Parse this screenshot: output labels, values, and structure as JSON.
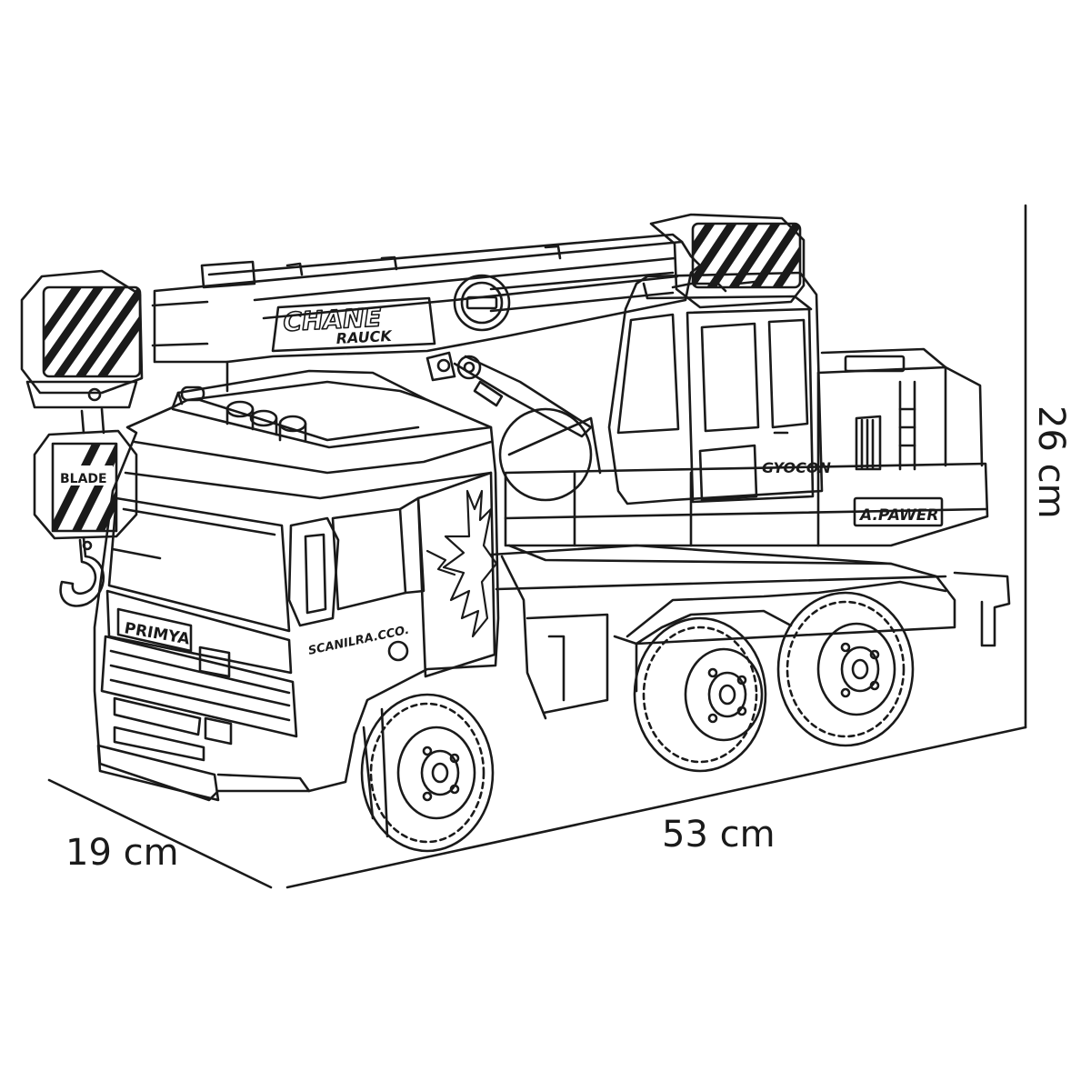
{
  "dimensions": {
    "depth": "19 cm",
    "length": "53 cm",
    "height": "26 cm"
  },
  "decals": {
    "boom_line1": "CHANE",
    "boom_line2": "RAUCK",
    "hook_block": "BLADE",
    "grille_badge": "PRIMYA",
    "door_text": "SCANILRA.CCO.",
    "cab_logo": "GYOCON",
    "platform_plate": "A.PAWER"
  },
  "colors": {
    "ink": "#1a1a1a",
    "background": "#ffffff"
  }
}
